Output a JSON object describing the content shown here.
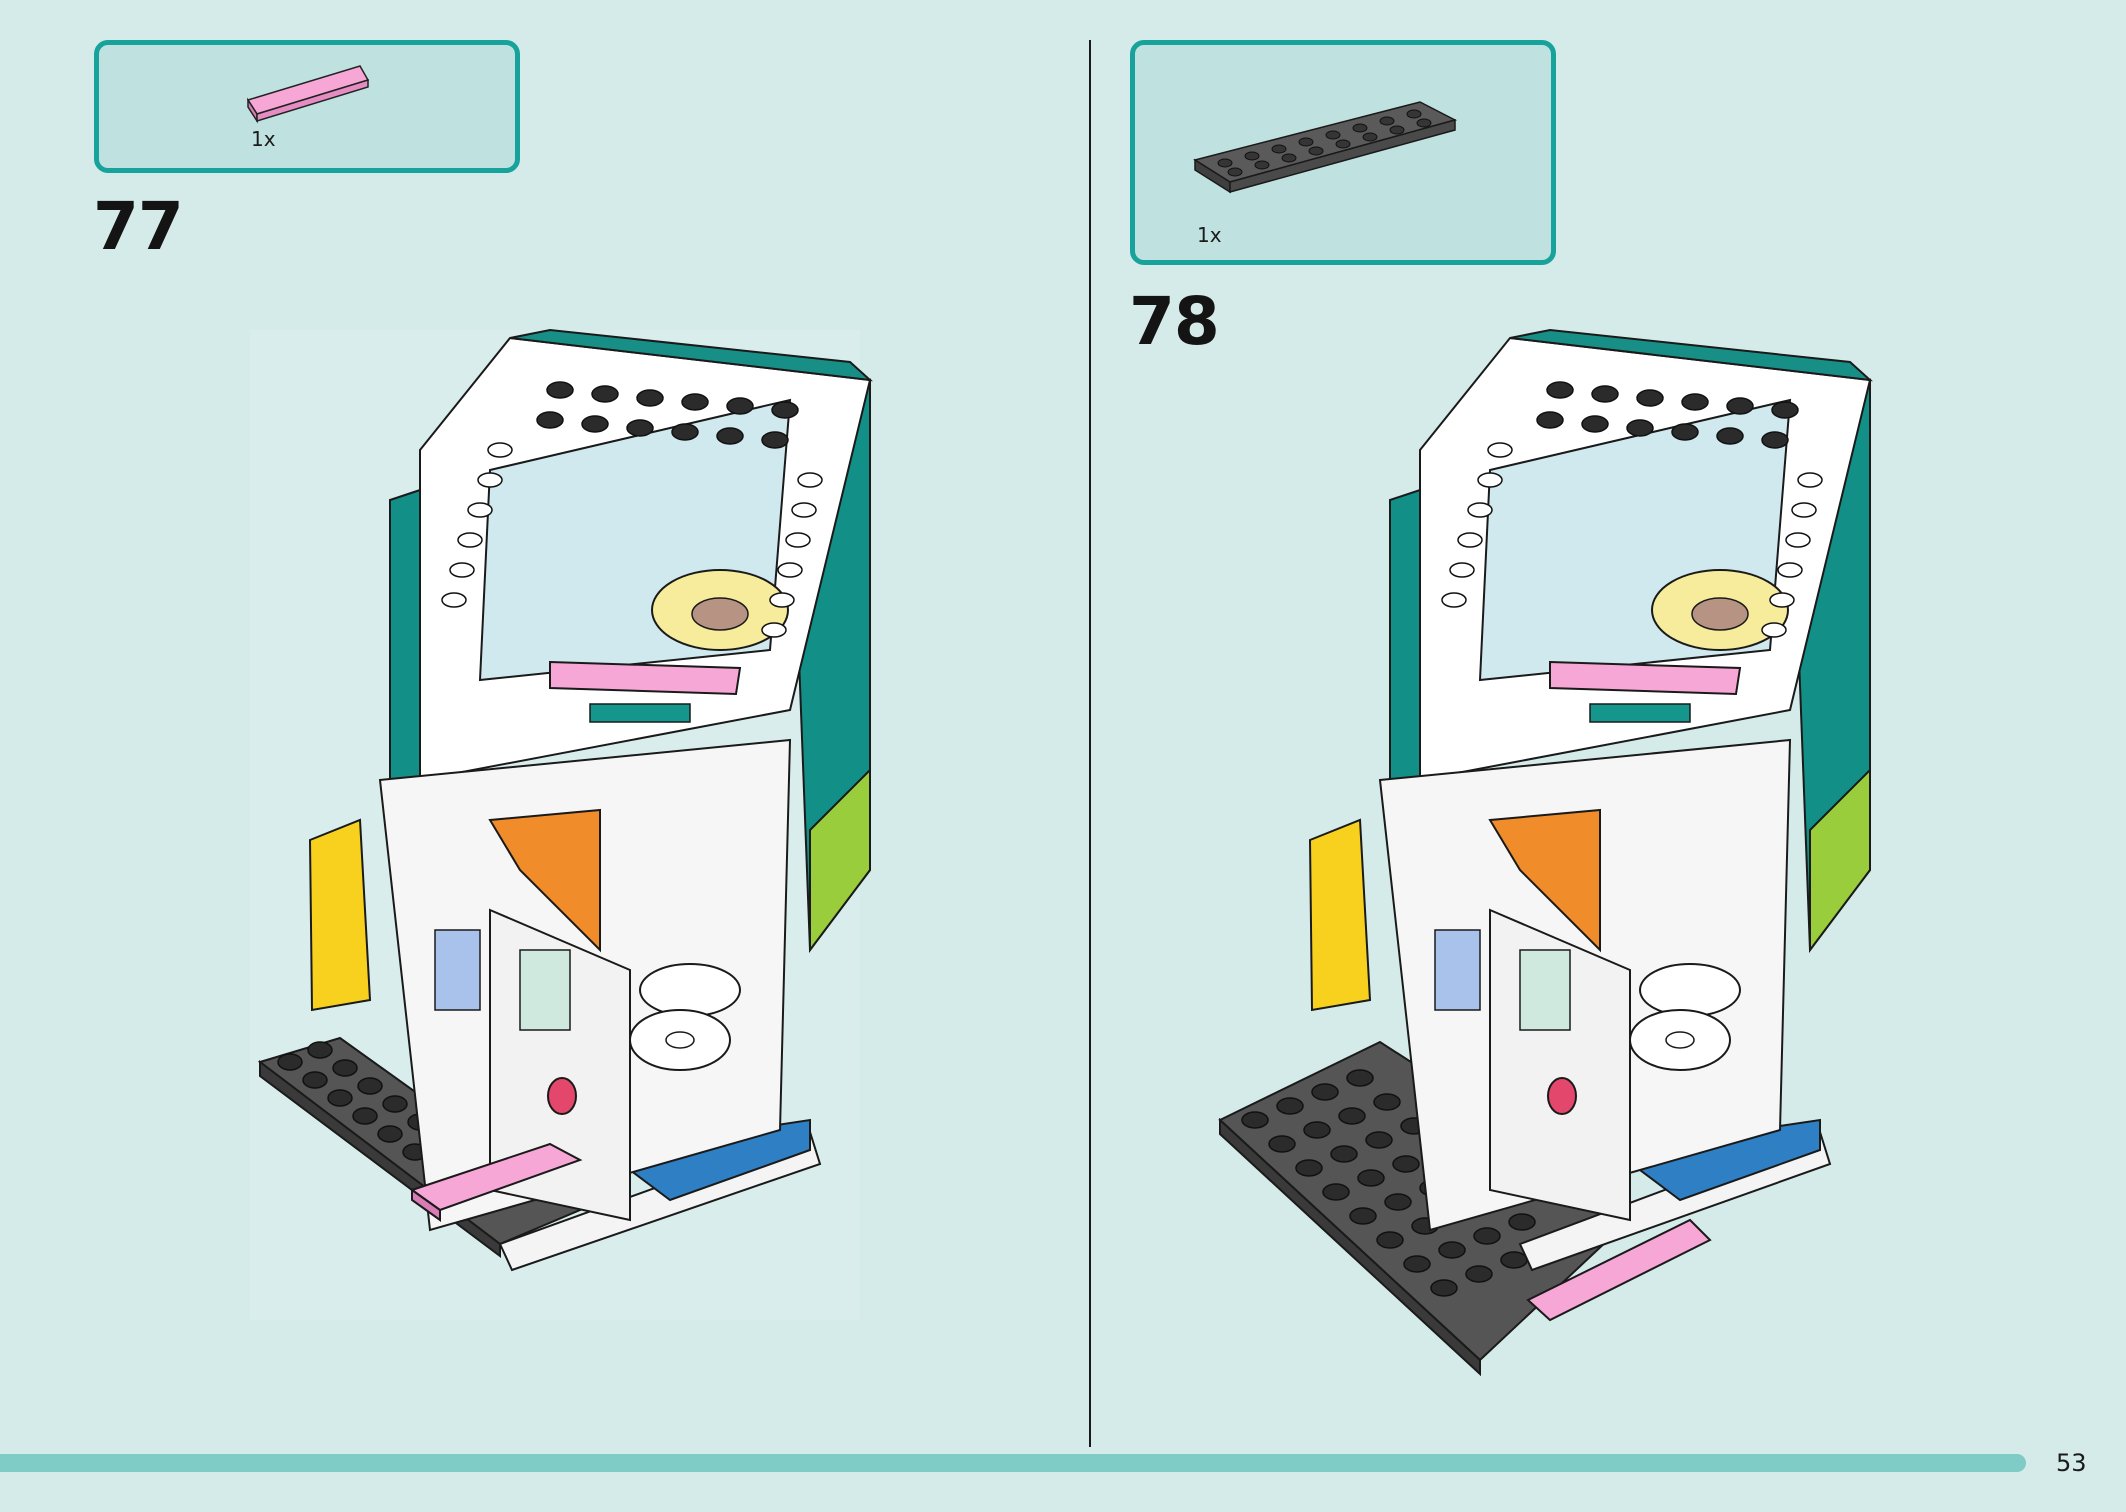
{
  "steps": [
    {
      "number": "77",
      "part_quantity": "1x",
      "part": "pink-tile-icon"
    },
    {
      "number": "78",
      "part_quantity": "1x",
      "part": "dark-gray-plate-icon"
    }
  ],
  "page_number": "53",
  "colors": {
    "background": "#d5ebe9",
    "box_border": "#17a39b",
    "box_fill": "#bfe1e0",
    "footer_bar": "#7fcbc5",
    "pink": "#f59ed2",
    "teal": "#0f8f86",
    "dark_gray": "#4a4a4a"
  }
}
